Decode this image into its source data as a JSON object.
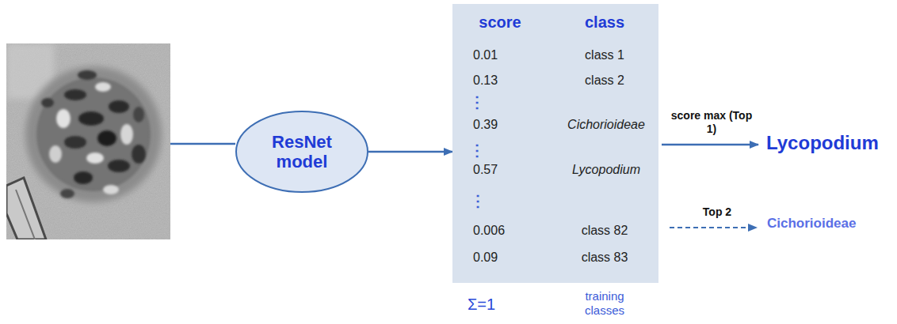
{
  "diagram": {
    "nodes": [
      {
        "text": [
          "ResNet model"
        ]
      },
      {
        "text": [
          "score",
          "class",
          "0.01",
          "class 1",
          "0.13",
          "class 2",
          "⋮",
          "0.39",
          "Cichorioideae",
          "⋮",
          "0.57",
          "Lycopodium",
          "⋮",
          "0.006",
          "class 82",
          "0.09",
          "class 83"
        ]
      }
    ],
    "edges": [
      {
        "from": 0,
        "to": 1,
        "arrow": "to"
      }
    ],
    "labels": [
      "score max (Top 1)",
      "Lycopodium",
      "Top 2",
      "Cichorioideae",
      "Σ=1",
      "training classes"
    ]
  }
}
